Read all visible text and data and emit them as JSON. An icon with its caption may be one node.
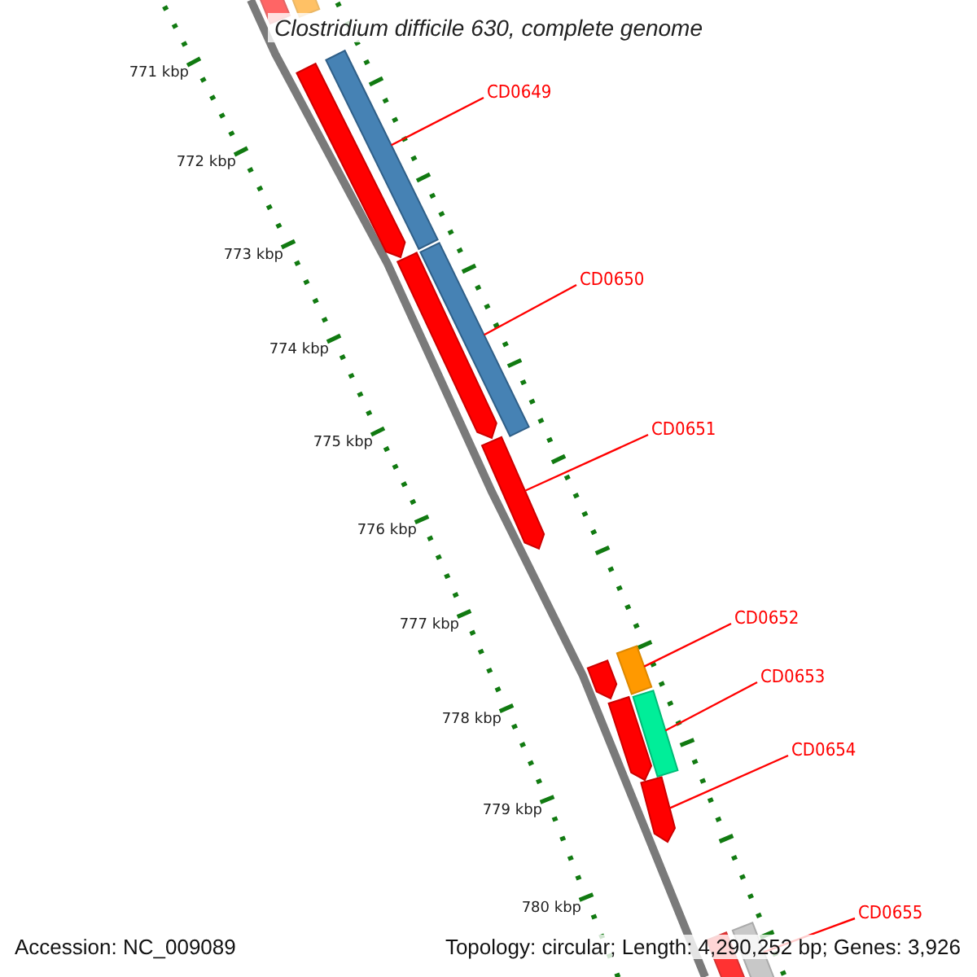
{
  "diagram": {
    "title": "Clostridium difficile 630, complete genome",
    "nodes": [
      {
        "text": [
          "CD0649"
        ]
      },
      {
        "text": [
          "CD0650"
        ]
      },
      {
        "text": [
          "CD0651"
        ]
      },
      {
        "text": [
          "CD0652"
        ]
      },
      {
        "text": [
          "CD0653"
        ]
      },
      {
        "text": [
          "CD0654"
        ]
      },
      {
        "text": [
          "CD0655"
        ]
      },
      {
        "text": [],
        "shape": "bar"
      },
      {
        "text": [],
        "shape": "bar"
      },
      {
        "text": [],
        "shape": "bar"
      },
      {
        "text": [],
        "shape": "bar"
      },
      {
        "text": [],
        "shape": "bar"
      },
      {
        "text": [],
        "shape": "bar"
      },
      {
        "text": [],
        "shape": "bar"
      },
      {
        "text": [],
        "shape": "bar"
      },
      {
        "text": [],
        "shape": "bar"
      },
      {
        "text": [],
        "shape": "bar"
      },
      {
        "text": [],
        "shape": "bar"
      },
      {
        "text": [],
        "shape": "bar"
      },
      {
        "text": [],
        "shape": "bar"
      },
      {
        "text": [],
        "shape": "bar"
      }
    ],
    "edges": [
      {
        "from": 0,
        "to": 7,
        "arrow": "none",
        "color": "#ff0000"
      },
      {
        "from": 1,
        "to": 8,
        "arrow": "none",
        "color": "#ff0000"
      },
      {
        "from": 2,
        "to": 9,
        "arrow": "none",
        "color": "#ff0000"
      },
      {
        "from": 3,
        "to": 10,
        "arrow": "none",
        "color": "#ff0000"
      },
      {
        "from": 4,
        "to": 11,
        "arrow": "none",
        "color": "#ff0000"
      },
      {
        "from": 5,
        "to": 12,
        "arrow": "none",
        "color": "#ff0000"
      },
      {
        "from": 6,
        "to": 13,
        "arrow": "none",
        "color": "#ff0000"
      }
    ],
    "labels": [
      "771 kbp",
      "772 kbp",
      "773 kbp",
      "774 kbp",
      "775 kbp",
      "776 kbp",
      "777 kbp",
      "778 kbp",
      "779 kbp",
      "780 kbp",
      "Accession: NC_009089",
      "Topology: circular; Length: 4,290,252 bp; Genes: 3,926"
    ]
  }
}
